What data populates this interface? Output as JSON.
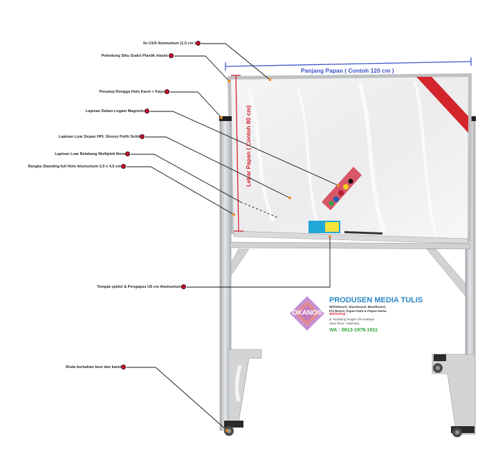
{
  "callouts": [
    {
      "id": "c1",
      "label": "Ils U1/5 Alumunium (1,5 cm )"
    },
    {
      "id": "c2",
      "label": "Pelindung Siku Sudut Plastik elastis"
    },
    {
      "id": "c3",
      "label": "Penutup Rongga Holo Karet + Kayu"
    },
    {
      "id": "c4",
      "label": "Lapisan Dalam Logam Magnetic"
    },
    {
      "id": "c5",
      "label": "Lapisan Luar Depan HPL Glossy Putih Solid"
    },
    {
      "id": "c6",
      "label": "Lapisan Luar Belakang Multiplek 8mm"
    },
    {
      "id": "c7",
      "label": "Rangka Standing full Holo Alumunium 2,5 x 4,5 cm"
    },
    {
      "id": "c8",
      "label": "Tempat spidol & Pengapus U5 cm Alumunium"
    },
    {
      "id": "c9",
      "label": "Roda berbahan besi dan karet"
    }
  ],
  "dimensions": {
    "width_label": "Panjang Papan ( Contoh 120 cm )",
    "height_label": "Lebar Papan ( Contoh 80 cm)"
  },
  "brand": {
    "logo": "OKANO®",
    "title": "PRODUSEN MEDIA TULIS",
    "line1": "Whiteboard, Glassboard, Blackboard,",
    "line2": "Pin Board, Papan Data & Papan Nama",
    "workshop_label": "Workshop :",
    "address1": "Jl. Kedinding Tengah V/8 Surabaya",
    "address2": "Jawa Timur - Indonesia",
    "whatsapp": "WA : 0813-1978-1911"
  },
  "colors": {
    "callout_dot": "#c8102e",
    "dimension_blue": "#3a52c9",
    "dimension_red": "#d21f2b",
    "brand_blue": "#2a86c7",
    "brand_green": "#33a53a",
    "frame_grey": "#c9cbcd"
  }
}
